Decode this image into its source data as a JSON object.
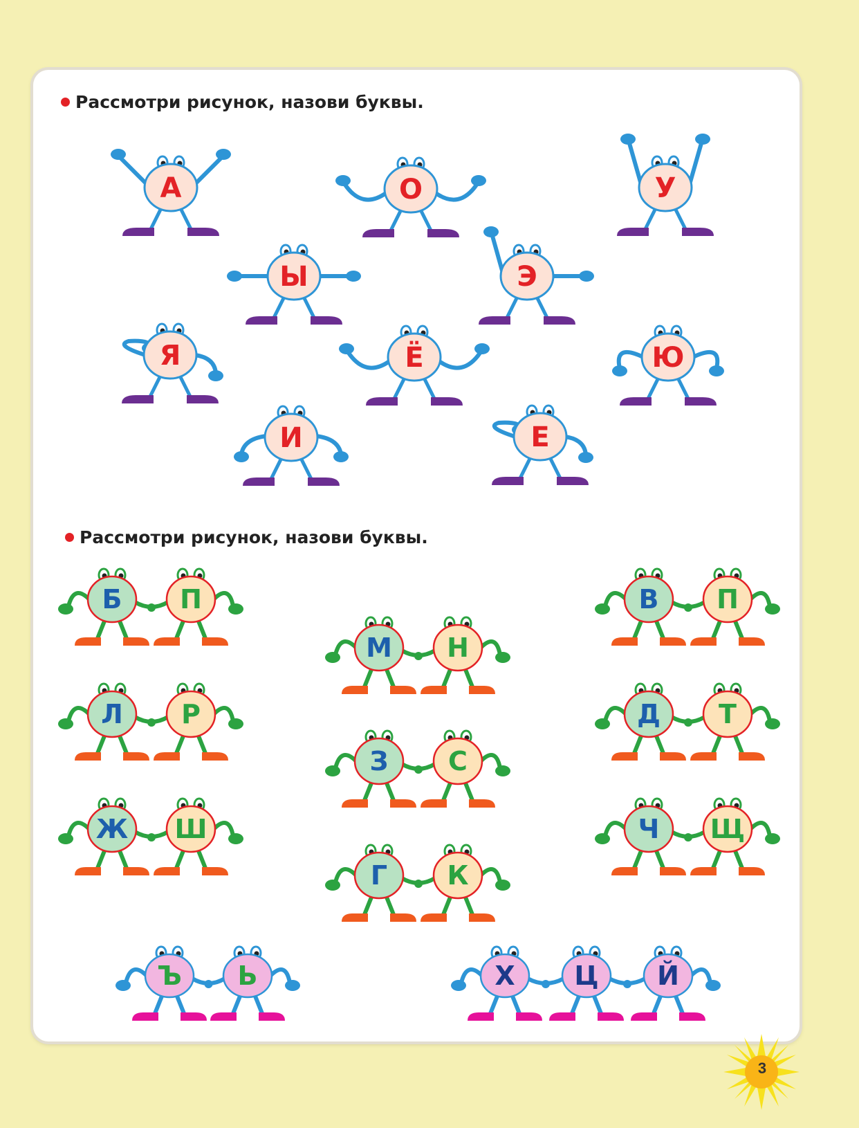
{
  "colors": {
    "background": "#f5f0b4",
    "card": "#ffffff",
    "bullet": "#e32226",
    "vowel_arm": "#2e95d6",
    "vowel_face": "#fde2d6",
    "vowel_letter": "#e32226",
    "vowel_shoe": "#6b2e91",
    "cons_arm": "#2ca341",
    "cons_shoe": "#f05a1e",
    "cons_outline": "#e32226",
    "soft_face": "#f4b7df",
    "hard_face": "#b8e2c3",
    "soft_letter_color": "#2ca341",
    "hard_letter_color": "#1d5fac",
    "mix_face": "#f2b6e0",
    "mix_shoe": "#e6119a",
    "mix_arm": "#2e95d6",
    "mix_letter": "#1d3a8a",
    "signs_letter": "#2ca341"
  },
  "section1": {
    "heading": "Рассмотри рисунок, назови буквы.",
    "vowels": [
      "А",
      "О",
      "У",
      "Ы",
      "Э",
      "Я",
      "Ё",
      "Ю",
      "И",
      "Е"
    ]
  },
  "section2": {
    "heading": "Рассмотри рисунок, назови буквы.",
    "pairs": [
      [
        "Б",
        "П"
      ],
      [
        "В",
        "П"
      ],
      [
        "М",
        "Н"
      ],
      [
        "Л",
        "Р"
      ],
      [
        "Д",
        "Т"
      ],
      [
        "З",
        "С"
      ],
      [
        "Ж",
        "Ш"
      ],
      [
        "Ч",
        "Щ"
      ],
      [
        "Г",
        "К"
      ]
    ],
    "signs": [
      "Ъ",
      "Ь"
    ],
    "triple": [
      "Х",
      "Ц",
      "Й"
    ]
  },
  "page_number": "3"
}
